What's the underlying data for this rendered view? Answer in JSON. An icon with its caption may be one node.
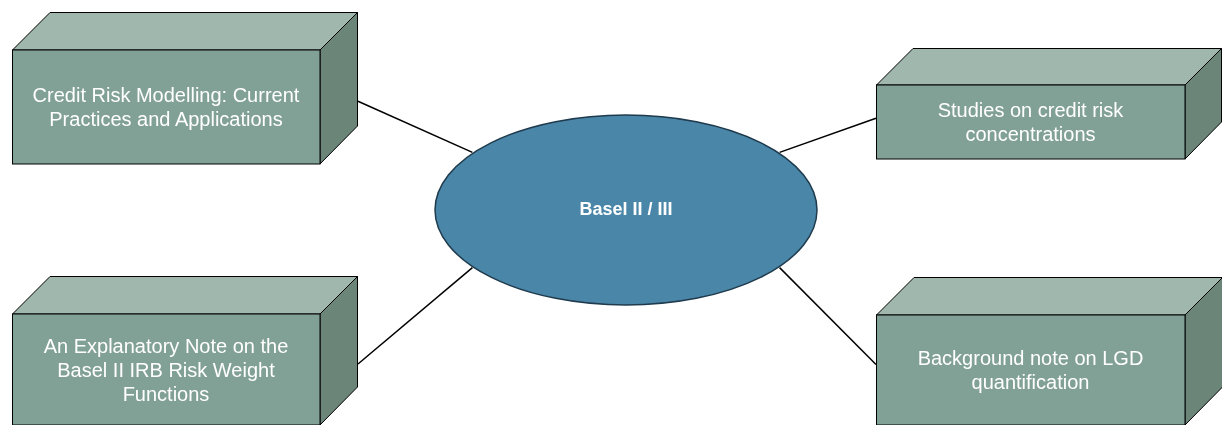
{
  "diagram": {
    "nodes": [
      {
        "text": [
          "Credit Risk Modelling: Current Practices and Applications"
        ]
      },
      {
        "text": [
          "Studies on credit risk concentrations"
        ]
      },
      {
        "text": [
          "Basel II / III"
        ]
      },
      {
        "text": [
          "An Explanatory Note on the Basel II IRB Risk Weight Functions"
        ]
      },
      {
        "text": [
          "Background note on LGD quantification"
        ]
      }
    ],
    "edges": [
      {
        "from": 0,
        "to": 2,
        "arrow": "none"
      },
      {
        "from": 1,
        "to": 2,
        "arrow": "none"
      },
      {
        "from": 3,
        "to": 2,
        "arrow": "none"
      },
      {
        "from": 4,
        "to": 2,
        "arrow": "none"
      }
    ]
  }
}
